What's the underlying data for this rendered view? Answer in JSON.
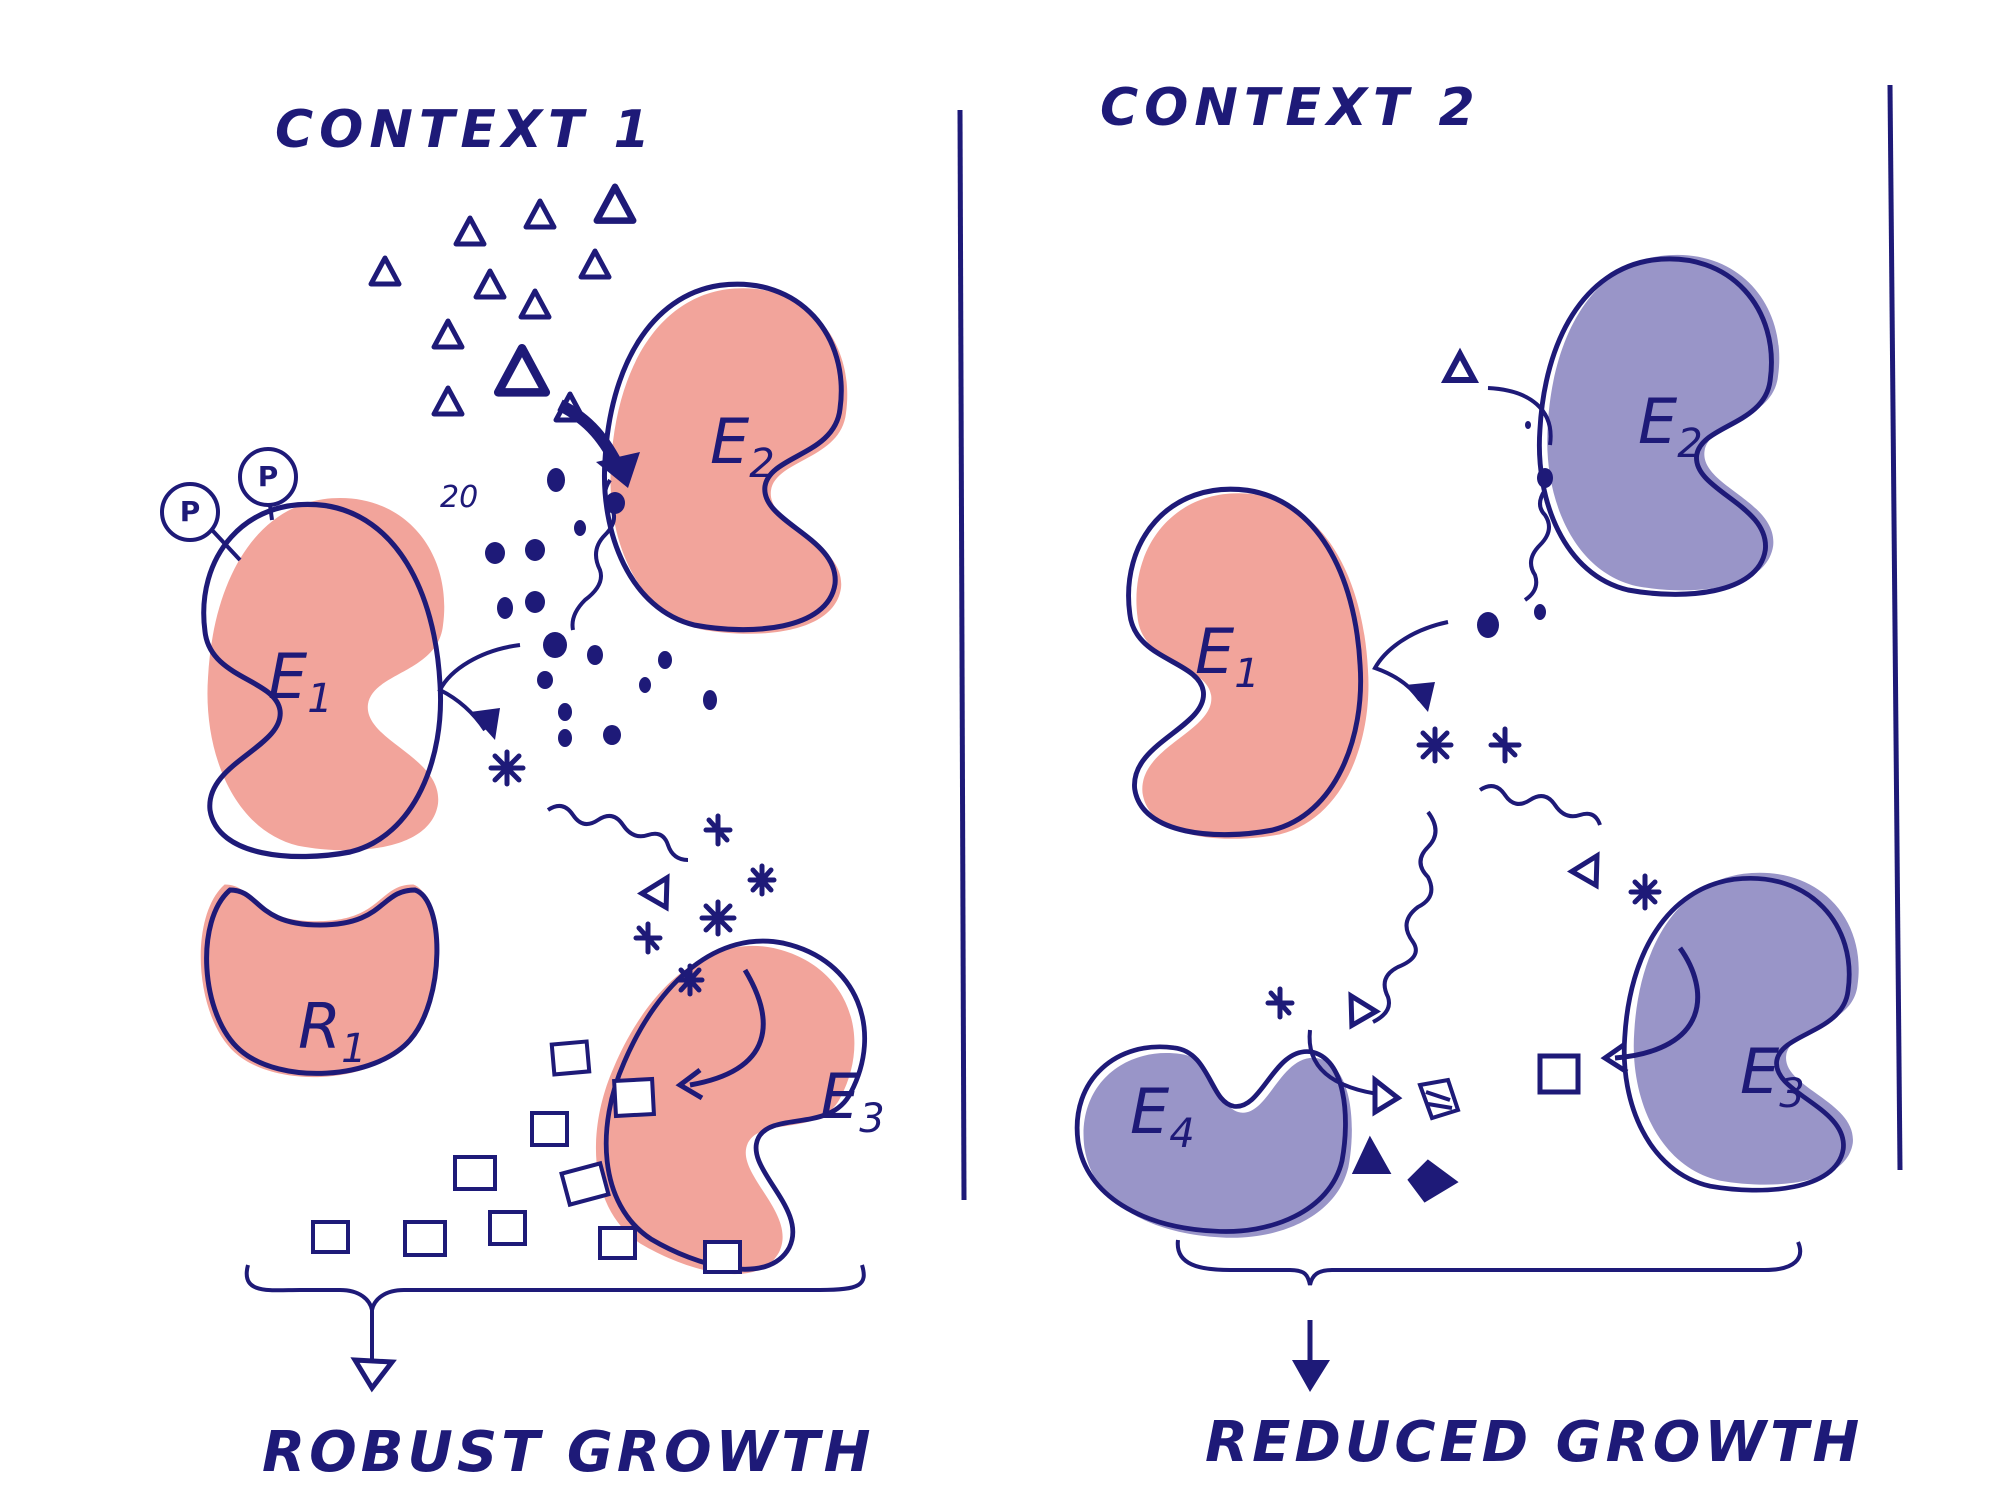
{
  "headings": {
    "context1": "CONTEXT 1",
    "context2": "CONTEXT 2"
  },
  "outcomes": {
    "left": "ROBUST GROWTH",
    "right": "REDUCED GROWTH"
  },
  "context1": {
    "enzymes": {
      "e1": {
        "letter": "E",
        "sub": "1"
      },
      "e2": {
        "letter": "E",
        "sub": "2"
      },
      "e3": {
        "letter": "E",
        "sub": "3"
      },
      "r1": {
        "letter": "R",
        "sub": "1"
      }
    },
    "phospho_label": "P",
    "annotation": "20"
  },
  "context2": {
    "enzymes": {
      "e1": {
        "letter": "E",
        "sub": "1"
      },
      "e2": {
        "letter": "E",
        "sub": "2"
      },
      "e3": {
        "letter": "E",
        "sub": "3"
      },
      "e4": {
        "letter": "E",
        "sub": "4"
      }
    }
  },
  "colors": {
    "ink": "#1e1a78",
    "active_fill": "#f2a49b",
    "inactive_fill": "#9995c8",
    "background": "#ffffff"
  }
}
